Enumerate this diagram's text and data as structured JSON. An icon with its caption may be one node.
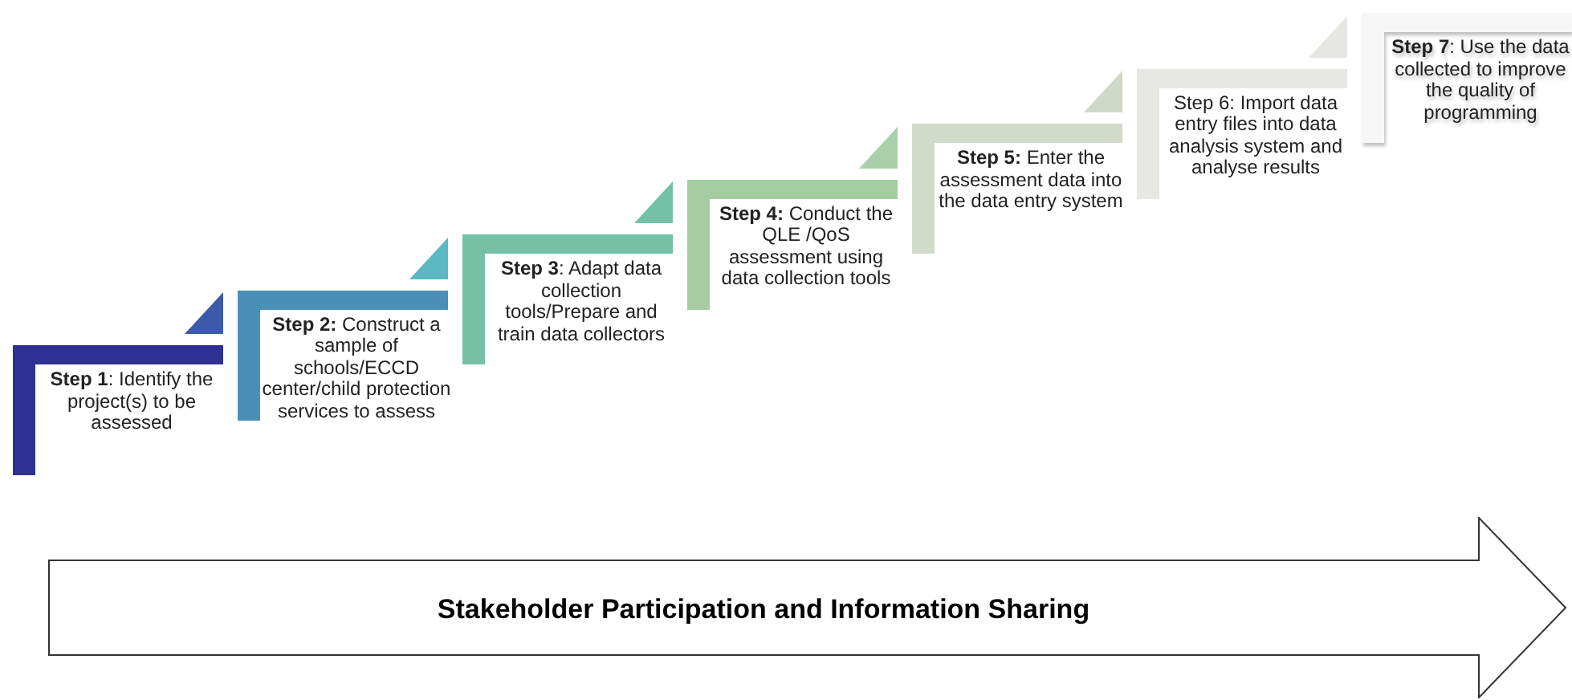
{
  "diagram": {
    "nodes": [
      {
        "text": [
          "**Step 1**: Identify the project(s) to be assessed"
        ]
      },
      {
        "text": [
          "**Step 2:** Construct a sample of schools/ECCD center/child protection services to assess"
        ]
      },
      {
        "text": [
          "**Step 3**: Adapt data collection tools/Prepare and train data collectors"
        ]
      },
      {
        "text": [
          "**Step 4:** Conduct the QLE /QoS assessment using data collection tools"
        ]
      },
      {
        "text": [
          "**Step 5:** Enter the assessment data into the data entry system"
        ]
      },
      {
        "text": [
          "Step 6: Import data entry files into data analysis system and analyse results"
        ]
      },
      {
        "text": [
          "**Step 7**: Use the data collected to improve the quality of programming"
        ]
      },
      {
        "text": [
          "Stakeholder Participation and Information Sharing"
        ]
      }
    ]
  }
}
